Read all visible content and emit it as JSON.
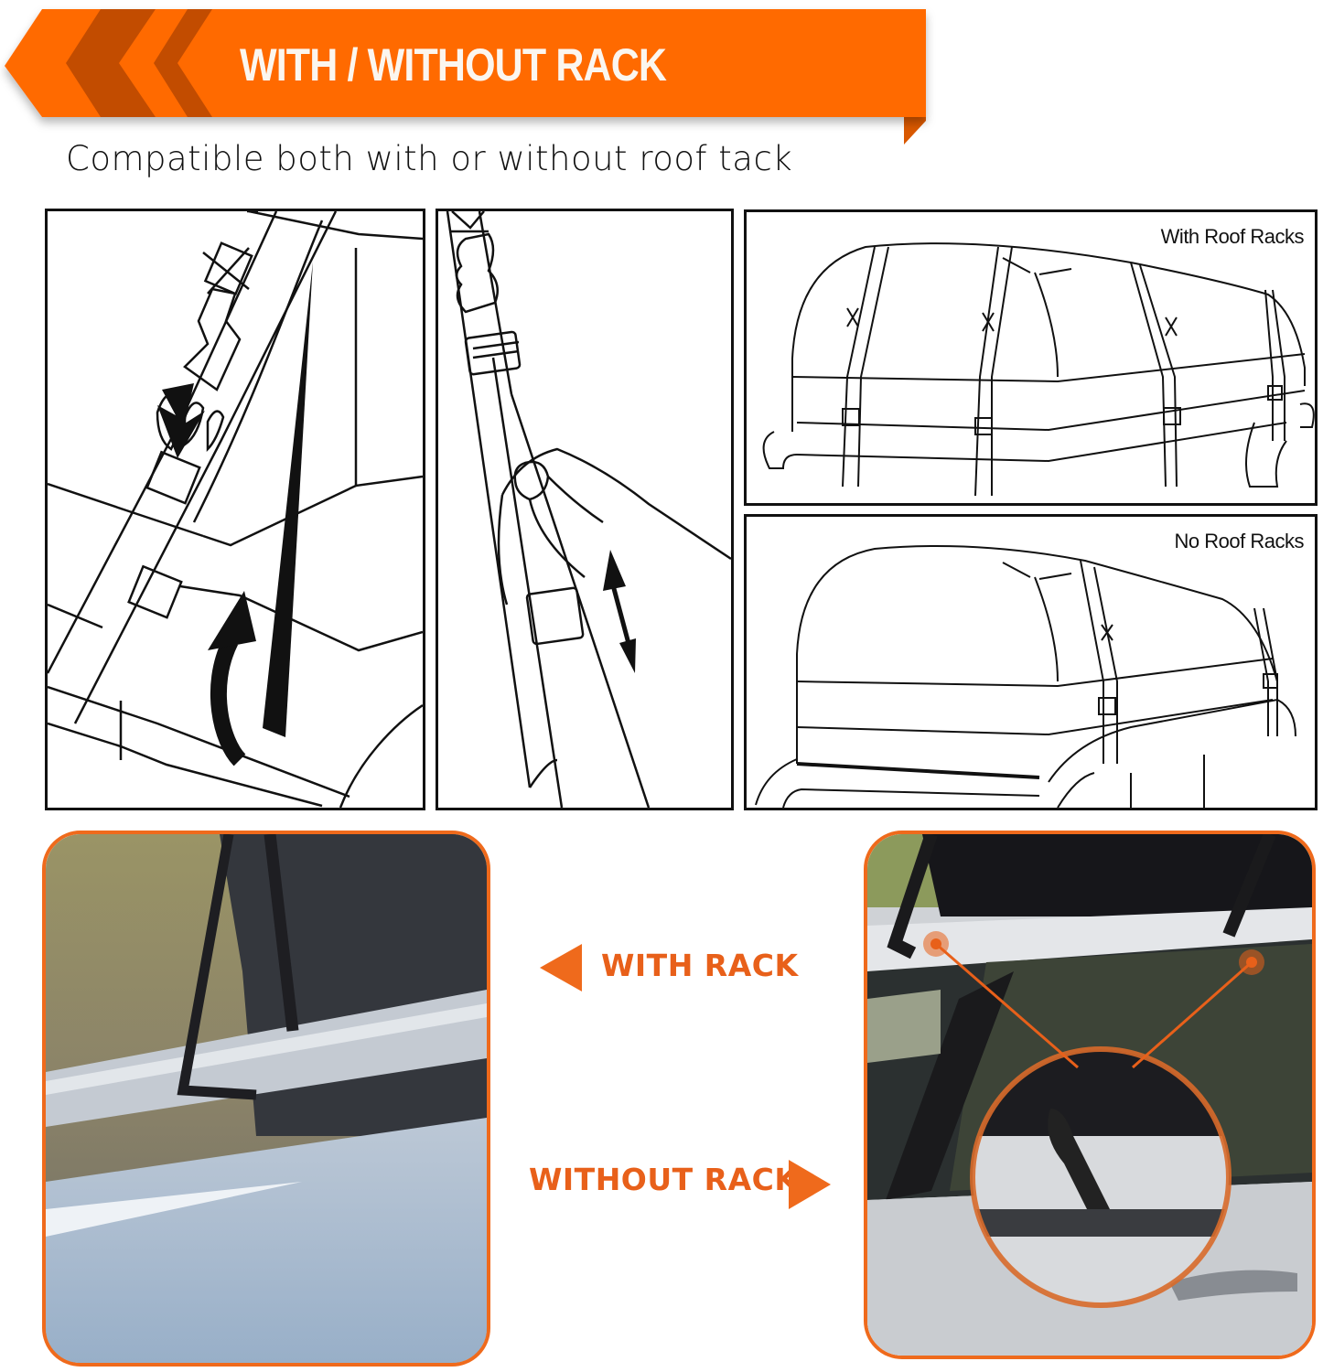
{
  "banner": {
    "title": "WITH / WITHOUT RACK",
    "subtitle": "Compatible both with or without roof tack",
    "colors": {
      "primary": "#ff6a00",
      "chevron": "#c24c00",
      "fold": "#d95800",
      "text": "#fbf6ef"
    },
    "icons": [
      "chevron-left-icon",
      "chevron-left-icon"
    ]
  },
  "panels": [
    {
      "id": "strap-through-rack",
      "label": "",
      "icons": [
        "arrow-up-icon",
        "curved-arrow-up-icon"
      ]
    },
    {
      "id": "strap-adjust",
      "label": "",
      "icons": [
        "double-arrow-vertical-icon"
      ]
    },
    {
      "id": "with-roof-racks",
      "label": "With Roof Racks"
    },
    {
      "id": "no-roof-racks",
      "label": "No Roof Racks"
    }
  ],
  "callouts": {
    "with_rack": {
      "label": "WITH RACK",
      "arrow": "triangle-left-icon"
    },
    "without_rack": {
      "label": "WITHOUT RACK",
      "arrow": "triangle-right-icon"
    },
    "color": "#e8601a"
  },
  "photos": [
    {
      "id": "photo-with-rack",
      "border_color": "#ef6a1c"
    },
    {
      "id": "photo-without-rack",
      "border_color": "#ef6a1c"
    }
  ]
}
